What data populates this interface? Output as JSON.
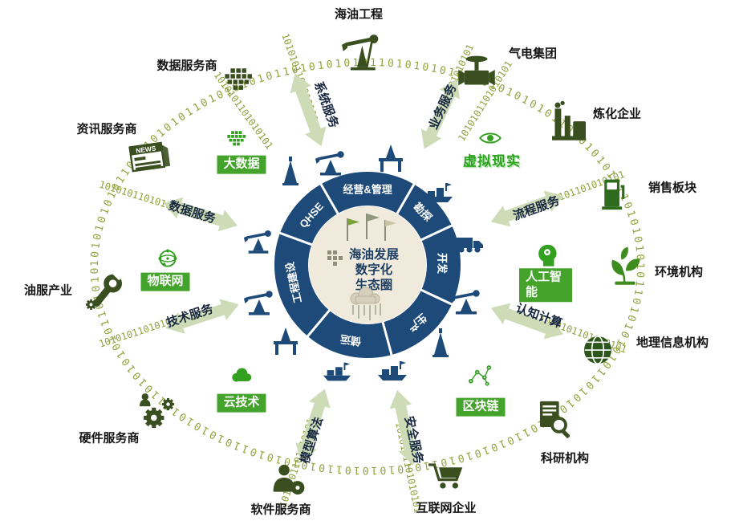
{
  "diagram_title": "海油发展数字化生态圈",
  "center": {
    "line1": "海油发展",
    "line2": "数字化",
    "line3": "生态圈"
  },
  "segments": [
    "QHSE",
    "经营&管理",
    "勘探",
    "开发",
    "生产",
    "储运",
    "工程建设"
  ],
  "services": [
    "系统服务",
    "业务服务",
    "流程服务",
    "认知计算",
    "安全服务",
    "模型算法",
    "技术服务",
    "数据服务"
  ],
  "technologies": [
    {
      "label": "大数据",
      "icon": "pixel-data-icon"
    },
    {
      "label": "虚拟现实",
      "icon": "eye-icon"
    },
    {
      "label": "物联网",
      "icon": "iot-globe-icon"
    },
    {
      "label": "人工智能",
      "icon": "ai-head-icon"
    },
    {
      "label": "云技术",
      "icon": "cloud-icon"
    },
    {
      "label": "区块链",
      "icon": "blockchain-nodes-icon"
    }
  ],
  "partners": [
    {
      "label": "海油工程",
      "icon": "pumpjack-icon"
    },
    {
      "label": "气电集团",
      "icon": "valve-icon"
    },
    {
      "label": "炼化企业",
      "icon": "factory-icon"
    },
    {
      "label": "销售板块",
      "icon": "fuel-pump-icon"
    },
    {
      "label": "环境机构",
      "icon": "plant-icon"
    },
    {
      "label": "地理信息机构",
      "icon": "globe-icon"
    },
    {
      "label": "科研机构",
      "icon": "document-magnifier-icon"
    },
    {
      "label": "互联网企业",
      "icon": "shopping-cart-icon"
    },
    {
      "label": "软件服务商",
      "icon": "person-disc-icon"
    },
    {
      "label": "硬件服务商",
      "icon": "gears-icon"
    },
    {
      "label": "油服产业",
      "icon": "wrench-icon"
    },
    {
      "label": "资讯服务商",
      "icon": "newspaper-icon"
    },
    {
      "label": "数据服务商",
      "icon": "data-blocks-icon"
    }
  ],
  "news_label": "NEWS",
  "binary": {
    "ring": "1010101010110101010101101010101011010101010110101010101101010101011010101010110101010101101010101011010101010110101010101101010101011010101010110101010101101010101011010101010110101010101101010101011010101010110101010101",
    "stream": "1010101101010101"
  },
  "colors": {
    "navy": "#1d4a78",
    "green": "#43a32a",
    "olive": "#8fa43e",
    "arrow_green": "#cddcb6",
    "dark_icon": "#3a4f20"
  }
}
